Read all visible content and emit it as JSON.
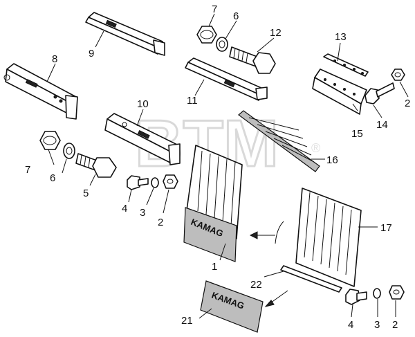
{
  "watermark": {
    "text": "BTM",
    "mark": "®"
  },
  "callouts": [
    {
      "id": "c7a",
      "label": "7"
    },
    {
      "id": "c6a",
      "label": "6"
    },
    {
      "id": "c12",
      "label": "12"
    },
    {
      "id": "c9",
      "label": "9"
    },
    {
      "id": "c8",
      "label": "8"
    },
    {
      "id": "c11",
      "label": "11"
    },
    {
      "id": "c13",
      "label": "13"
    },
    {
      "id": "c2a",
      "label": "2"
    },
    {
      "id": "c14",
      "label": "14"
    },
    {
      "id": "c15",
      "label": "15"
    },
    {
      "id": "c10",
      "label": "10"
    },
    {
      "id": "c16",
      "label": "16"
    },
    {
      "id": "c7b",
      "label": "7"
    },
    {
      "id": "c6b",
      "label": "6"
    },
    {
      "id": "c5",
      "label": "5"
    },
    {
      "id": "c4a",
      "label": "4"
    },
    {
      "id": "c3a",
      "label": "3"
    },
    {
      "id": "c2b",
      "label": "2"
    },
    {
      "id": "c17",
      "label": "17"
    },
    {
      "id": "c1",
      "label": "1"
    },
    {
      "id": "c22",
      "label": "22"
    },
    {
      "id": "c21",
      "label": "21"
    },
    {
      "id": "c4b",
      "label": "4"
    },
    {
      "id": "c3b",
      "label": "3"
    },
    {
      "id": "c2c",
      "label": "2"
    }
  ],
  "mudflap_text": "KAMAG"
}
